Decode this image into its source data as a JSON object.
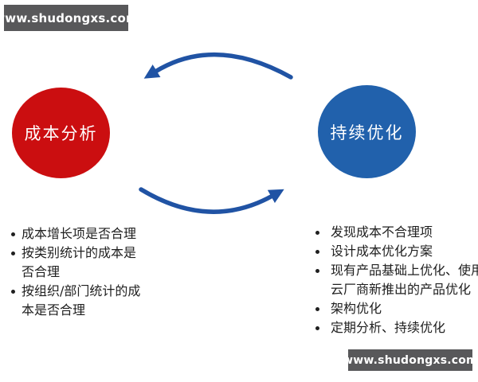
{
  "watermark_top": {
    "text": "www.shudongxs.com"
  },
  "watermark_bottom": {
    "text": "www.shudongxs.com"
  },
  "cycle": {
    "left_node": {
      "label": "成本分析"
    },
    "right_node": {
      "label": "持续优化"
    }
  },
  "left_list": {
    "items": [
      "成本增长项是否合理",
      "按类别统计的成本是否合理",
      "按组织/部门统计的成本是否合理"
    ]
  },
  "right_list": {
    "items": [
      "发现成本不合理项",
      "设计成本优化方案",
      "现有产品基础上优化、使用云厂商新推出的产品优化",
      "架构优化",
      "定期分析、持续优化"
    ]
  },
  "colors": {
    "red": "#cb0e10",
    "blue": "#2161ac",
    "arrow": "#2053a4",
    "wm_bg": "#58585a",
    "wm_text": "#ffffff",
    "node_text": "#ffffff",
    "list_text": "#1f1f1f",
    "background": "#ffffff"
  }
}
